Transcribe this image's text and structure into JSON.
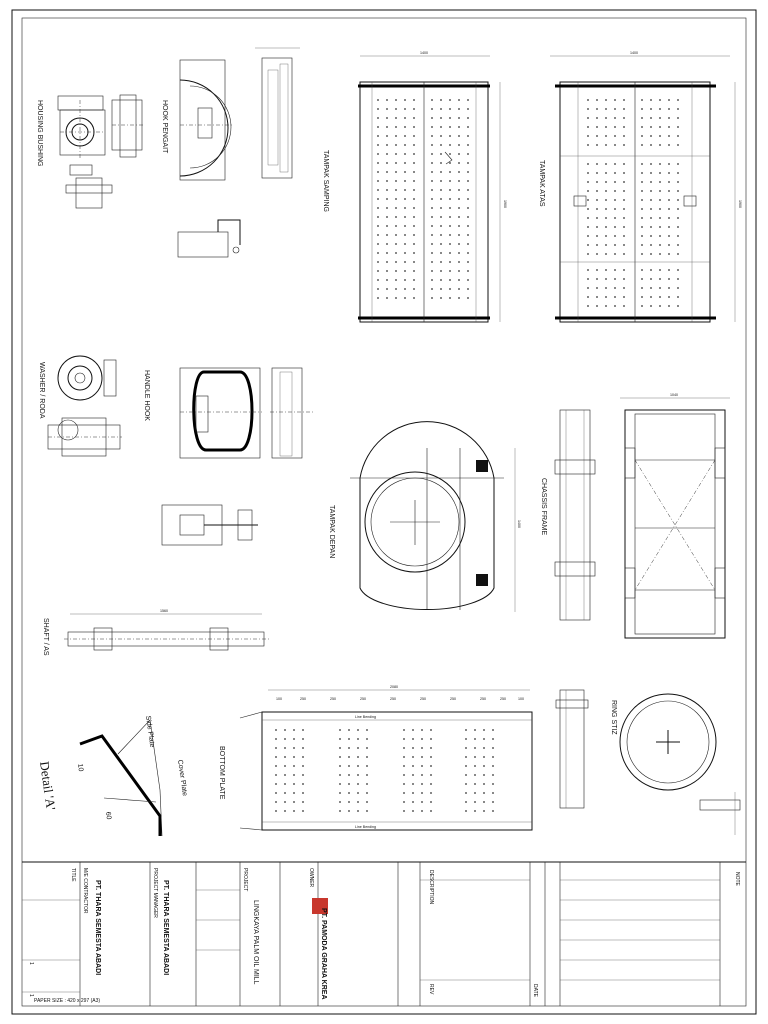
{
  "views": {
    "housing_bushing": "HOUSING BUSHING",
    "hook_pengait": "HOOK PENGAIT",
    "tampak_samping": "TAMPAK SAMPING",
    "tampak_atas": "TAMPAK ATAS",
    "washer_roda": "WASHER / RODA",
    "handle_hook": "HANDLE HOOK",
    "chassis_frame": "CHASSIS FRAME",
    "tampak_depan": "TAMPAK DEPAN",
    "shaft_as": "SHAFT / AS",
    "bottom_plate": "BOTTOM PLATE",
    "ring_stiz": "RING STIZ",
    "line_bending_top": "Line Bending",
    "line_bending_bottom": "Line Bending"
  },
  "dimensions": {
    "samping_width": "1400",
    "atas_width": "1400",
    "samping_height": "1900",
    "atas_height": "1900",
    "bottom_width": "2080",
    "chassis_width": "1040",
    "shaft_length": "1560",
    "depan_height": "1400",
    "bottom_segments": [
      "100",
      "250",
      "250",
      "250",
      "250",
      "250",
      "250",
      "250",
      "250",
      "100"
    ]
  },
  "detail": {
    "title": "Detail 'A'",
    "side_plate": "Side Plate",
    "cover_plate": "Cover Plate",
    "thk_a": "10",
    "thk_b": "60"
  },
  "title_block": {
    "note_heading": "NOTE",
    "owner_heading": "OWNER",
    "project_heading": "PROJECT",
    "project_manager_heading": "PROJECT MANAGER",
    "contractor_heading": "M/E CONTRACTOR",
    "title_heading": "TITLE",
    "owner_name": "PT. PAMODA GRAHA KREA",
    "project_name": "LINGKAYA PALM OIL MILL",
    "project_manager": "PT. THARA SEMESTA ABADI",
    "contractor": "PT. THARA SEMESTA ABADI",
    "paper_size": "PAPER SIZE : 420 x 297 (A3)",
    "description": "DESCRIPTION",
    "rev": "REV",
    "date": "DATE",
    "sheet_no": "1",
    "sheet_total": "1"
  }
}
